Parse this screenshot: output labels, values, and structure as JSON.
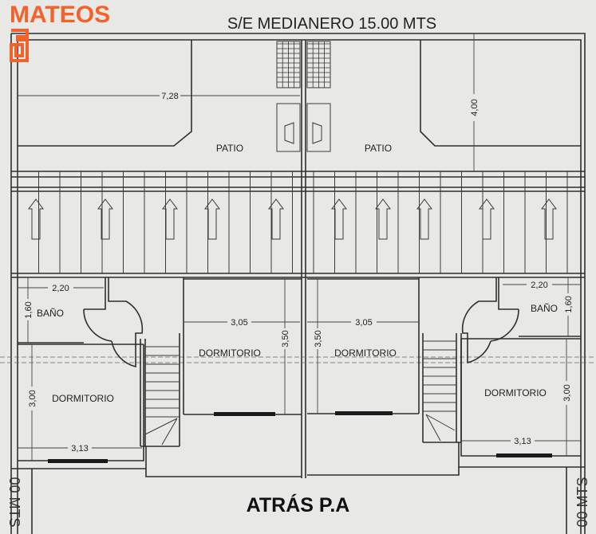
{
  "logo": {
    "text": "MATEOS",
    "color": "#f2622a"
  },
  "plan": {
    "title": "S/E MEDIANERO 15.00 MTS",
    "side_label": "00 MTS",
    "caption": "ATRÁS P.A",
    "rooms": {
      "patio_left": "PATIO",
      "patio_right": "PATIO",
      "bano_left": "BAÑO",
      "bano_right": "BAÑO",
      "dorm_left": "DORMITORIO",
      "dorm_center_left": "DORMITORIO",
      "dorm_center_right": "DORMITORIO",
      "dorm_right": "DORMITORIO"
    },
    "dimensions": {
      "patio_width": "7,28",
      "patio_depth": "4,00",
      "bano_left_w": "2,20",
      "bano_left_h": "1,60",
      "bano_right_w": "2,20",
      "bano_right_h": "1,60",
      "dorm_left_h": "3,00",
      "dorm_left_w": "3,13",
      "dorm_cl_w": "3,05",
      "dorm_cl_h": "3,50",
      "dorm_cr_w": "3,05",
      "dorm_cr_h": "3,50",
      "dorm_right_h": "3,00",
      "dorm_right_w": "3,13"
    }
  }
}
